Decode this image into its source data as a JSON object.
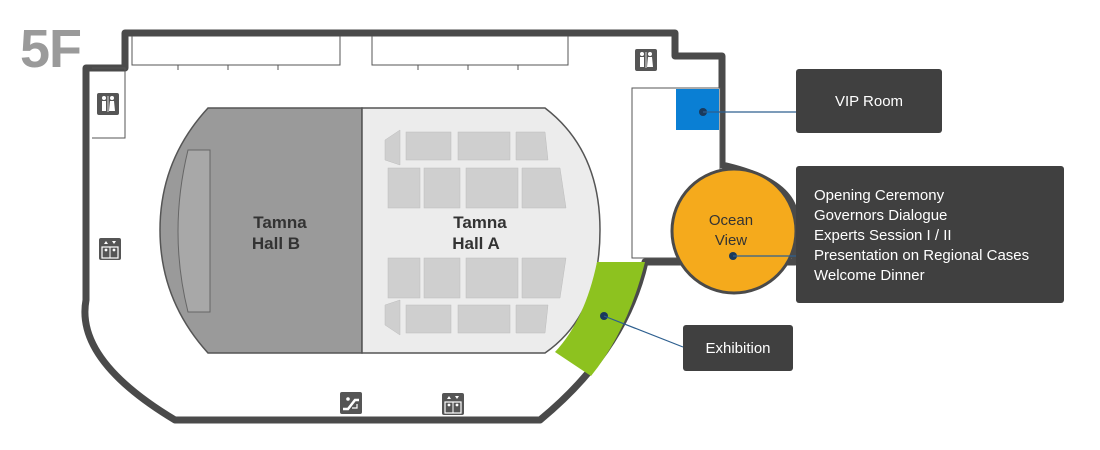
{
  "floor": {
    "label": "5F"
  },
  "halls": {
    "hall_b": {
      "line1": "Tamna",
      "line2": "Hall B"
    },
    "hall_a": {
      "line1": "Tamna",
      "line2": "Hall A"
    }
  },
  "rooms": {
    "ocean_view": {
      "line1": "Ocean",
      "line2": "View"
    }
  },
  "callouts": {
    "vip_room": {
      "label": "VIP Room"
    },
    "ocean_view_events": [
      "Opening Ceremony",
      "Governors Dialogue",
      "Experts Session I / II",
      "Presentation on Regional Cases",
      "Welcome Dinner"
    ],
    "exhibition": {
      "label": "Exhibition"
    }
  },
  "icons": {
    "restroom": "restroom-icon",
    "elevator": "elevator-icon",
    "escalator": "escalator-icon"
  },
  "colors": {
    "vip_room": "#0a7fd4",
    "ocean_view": "#f5aa1c",
    "exhibition": "#8dc21f",
    "hall_b": "#9a9a9a",
    "hall_a": "#ececec",
    "callout_bg": "#404040",
    "walls": "#4a4a4a"
  }
}
